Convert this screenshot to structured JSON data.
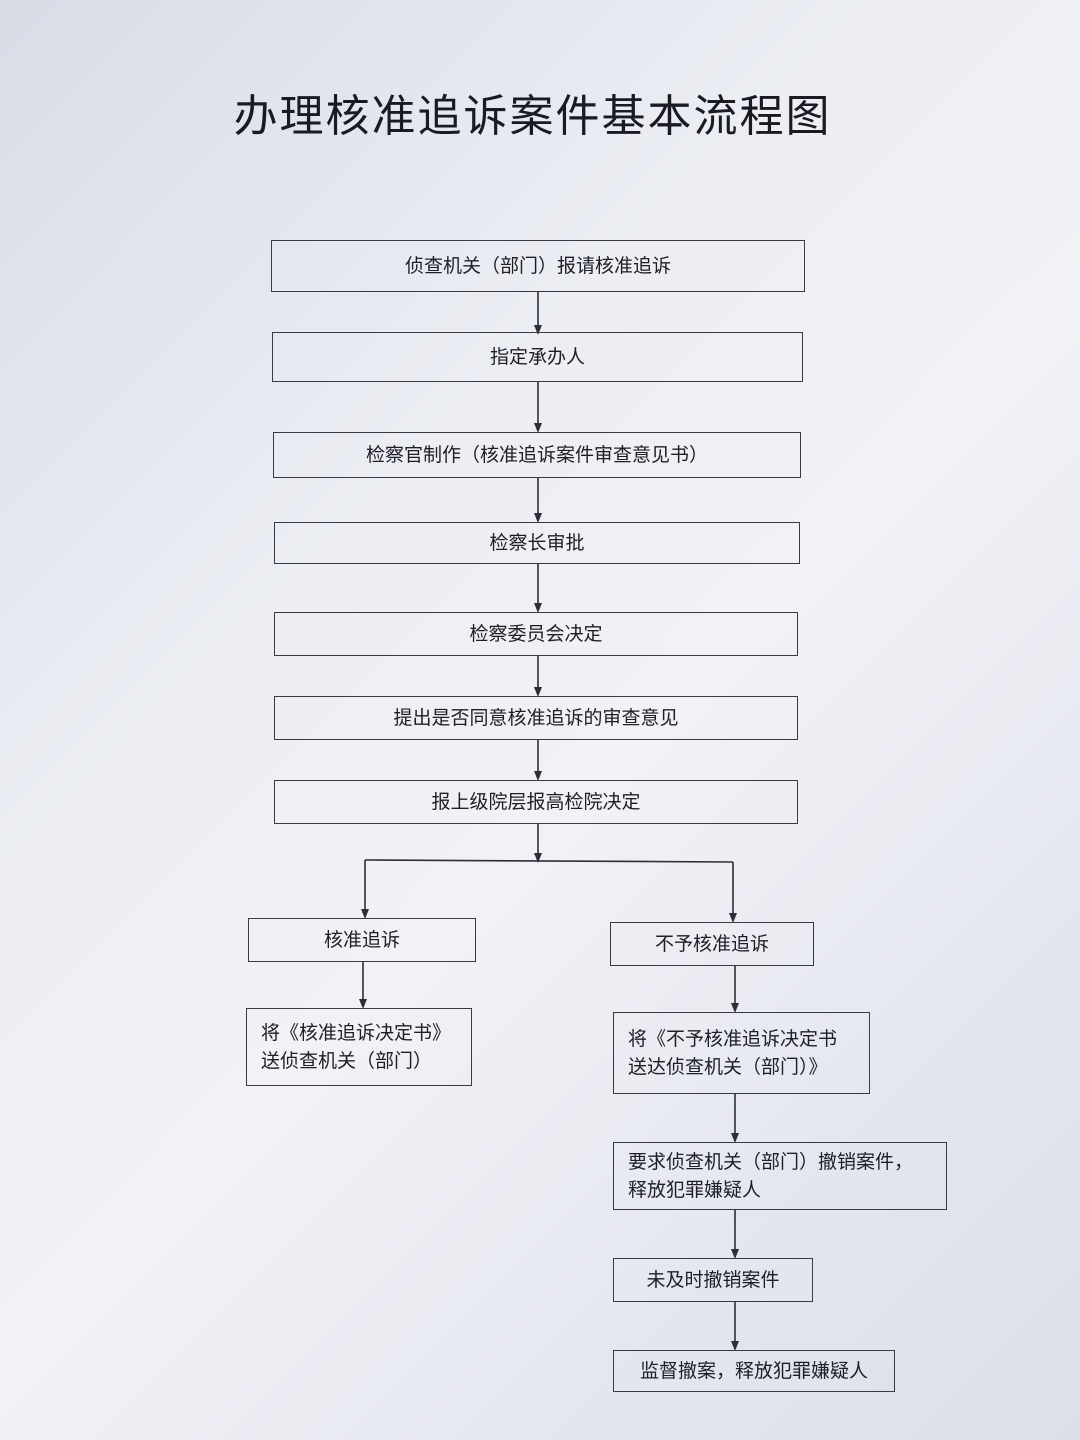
{
  "title": "办理核准追诉案件基本流程图",
  "steps": {
    "s1": "侦查机关（部门）报请核准追诉",
    "s2": "指定承办人",
    "s3": "检察官制作（核准追诉案件审查意见书）",
    "s4": "检察长审批",
    "s5": "检察委员会决定",
    "s6": "提出是否同意核准追诉的审查意见",
    "s7": "报上级院层报高检院决定"
  },
  "left_branch": {
    "decision": "核准追诉",
    "action_line1": "将《核准追诉决定书》",
    "action_line2": "送侦查机关（部门）"
  },
  "right_branch": {
    "decision": "不予核准追诉",
    "action_line1": "将《不予核准追诉决定书",
    "action_line2": "送达侦查机关（部门）》",
    "request_line1": "要求侦查机关（部门）撤销案件，",
    "request_line2": "释放犯罪嫌疑人",
    "not_timely": "未及时撤销案件",
    "supervise": "监督撤案，释放犯罪嫌疑人"
  }
}
